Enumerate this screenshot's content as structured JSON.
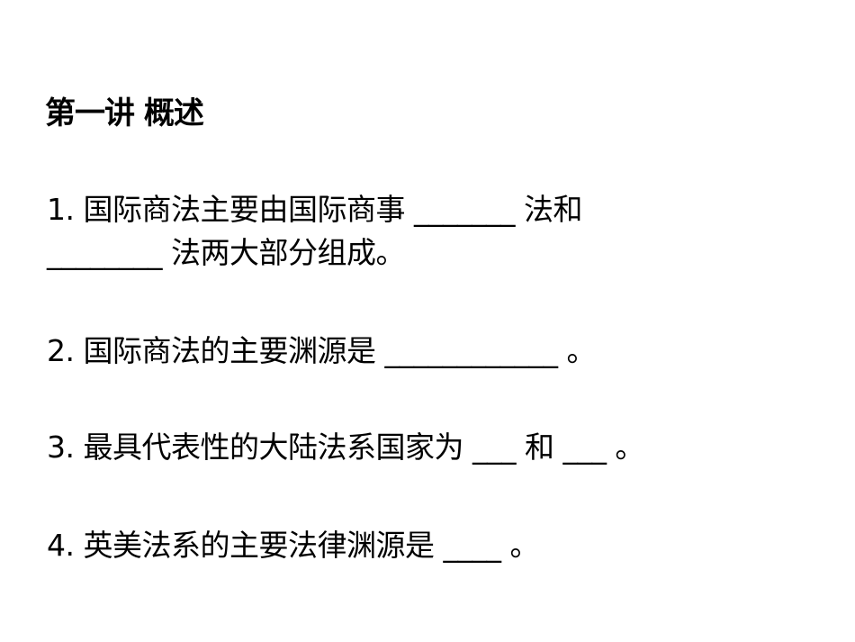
{
  "title": "第一讲  概述",
  "questions": [
    {
      "line1": "1. 国际商法主要由国际商事 _______ 法和",
      "line2": "________ 法两大部分组成。"
    },
    {
      "line1": "2. 国际商法的主要渊源是 ____________ 。"
    },
    {
      "line1": "3. 最具代表性的大陆法系国家为 ___ 和 ___ 。"
    },
    {
      "line1": "4. 英美法系的主要法律渊源是 ____ 。"
    }
  ]
}
